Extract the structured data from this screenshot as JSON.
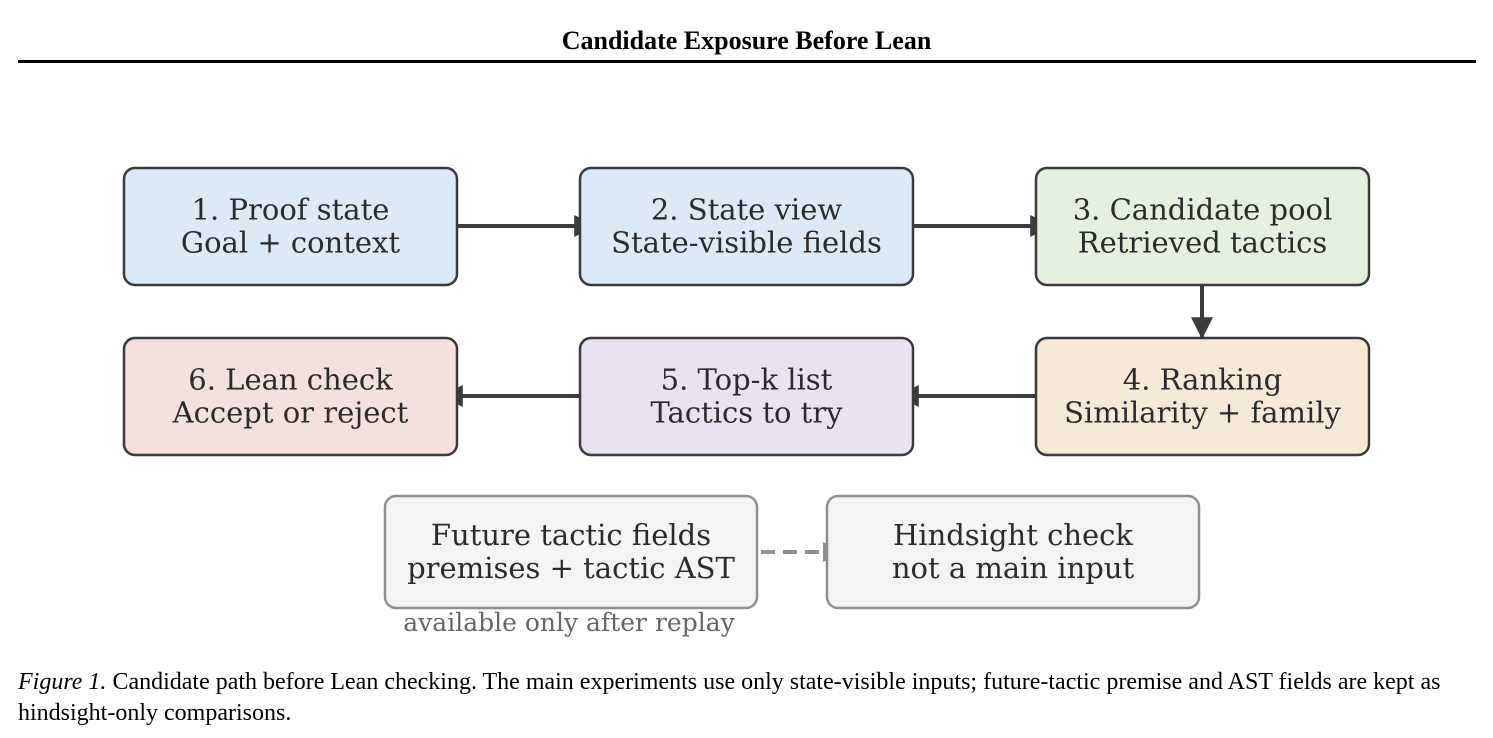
{
  "header": {
    "title": "Candidate Exposure Before Lean"
  },
  "diagram": {
    "nodes": [
      {
        "id": "proof-state",
        "line1": "1. Proof state",
        "line2": "Goal + context",
        "fill": "#dbeaf6",
        "stroke": "#3a3a3a"
      },
      {
        "id": "state-view",
        "line1": "2. State view",
        "line2": "State-visible fields",
        "fill": "#dbeaf6",
        "stroke": "#3a3a3a"
      },
      {
        "id": "candidate-pool",
        "line1": "3. Candidate pool",
        "line2": "Retrieved tactics",
        "fill": "#e6f0de",
        "stroke": "#3a3a3a"
      },
      {
        "id": "ranking",
        "line1": "4. Ranking",
        "line2": "Similarity + family",
        "fill": "#f6e9d6",
        "stroke": "#3a3a3a"
      },
      {
        "id": "top-k-list",
        "line1": "5. Top-k list",
        "line2": "Tactics to try",
        "fill": "#e8e2f1",
        "stroke": "#3a3a3a"
      },
      {
        "id": "lean-check",
        "line1": "6. Lean check",
        "line2": "Accept or reject",
        "fill": "#f6dfdf",
        "stroke": "#3a3a3a"
      },
      {
        "id": "future-tactic-fields",
        "line1": "Future tactic fields",
        "line2": "premises + tactic AST",
        "fill": "#f4f4f4",
        "stroke": "#8f8f8f"
      },
      {
        "id": "hindsight-check",
        "line1": "Hindsight check",
        "line2": "not a main input",
        "fill": "#f4f4f4",
        "stroke": "#8f8f8f"
      }
    ],
    "edges": [
      {
        "from": "proof-state",
        "to": "state-view",
        "style": "solid"
      },
      {
        "from": "state-view",
        "to": "candidate-pool",
        "style": "solid"
      },
      {
        "from": "candidate-pool",
        "to": "ranking",
        "style": "solid"
      },
      {
        "from": "ranking",
        "to": "top-k-list",
        "style": "solid"
      },
      {
        "from": "top-k-list",
        "to": "lean-check",
        "style": "solid"
      },
      {
        "from": "future-tactic-fields",
        "to": "hindsight-check",
        "style": "dashed"
      }
    ],
    "note": "available only after replay",
    "colors": {
      "text": "#2b2b2b",
      "arrow": "#3c3c3c",
      "dashed_arrow": "#8f8f8f",
      "note": "#666666"
    }
  },
  "caption": {
    "label": "Figure 1.",
    "text": " Candidate path before Lean checking. The main experiments use only state-visible inputs; future-tactic premise and AST fields are kept as hindsight-only comparisons."
  }
}
